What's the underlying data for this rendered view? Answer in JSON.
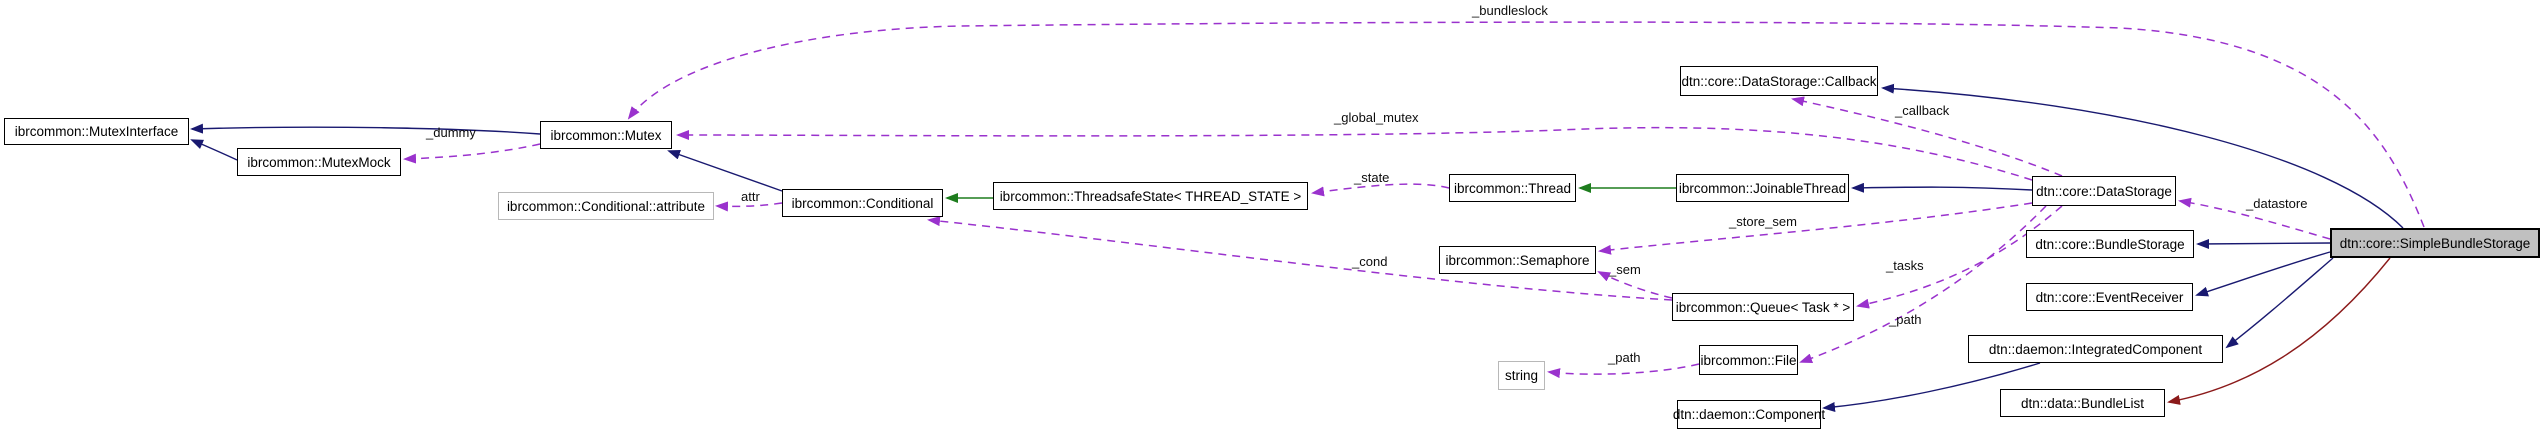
{
  "diagram": {
    "type": "doxygen-collaboration-graph",
    "colors": {
      "background": "#ffffff",
      "public_inheritance": "#191970",
      "protected_inheritance": "#1e7d1e",
      "private_inheritance": "#8b1a1a",
      "usage": "#9a32cd",
      "node_border": "#000000",
      "node_fill": "#ffffff",
      "grayed_border": "#b8b8b8",
      "main_fill": "#c0c0c0"
    },
    "nodes": [
      {
        "id": "mutex-interface",
        "label": "ibrcommon::MutexInterface",
        "style": "normal"
      },
      {
        "id": "mutex-mock",
        "label": "ibrcommon::MutexMock",
        "style": "normal"
      },
      {
        "id": "mutex",
        "label": "ibrcommon::Mutex",
        "style": "normal"
      },
      {
        "id": "conditional-attribute",
        "label": "ibrcommon::Conditional::attribute",
        "style": "grayed"
      },
      {
        "id": "conditional",
        "label": "ibrcommon::Conditional",
        "style": "normal"
      },
      {
        "id": "threadsafe-state",
        "label": "ibrcommon::ThreadsafeState< THREAD_STATE >",
        "style": "normal"
      },
      {
        "id": "thread",
        "label": "ibrcommon::Thread",
        "style": "normal"
      },
      {
        "id": "joinable-thread",
        "label": "ibrcommon::JoinableThread",
        "style": "normal"
      },
      {
        "id": "datastorage-callback",
        "label": "dtn::core::DataStorage::Callback",
        "style": "normal"
      },
      {
        "id": "datastorage",
        "label": "dtn::core::DataStorage",
        "style": "normal"
      },
      {
        "id": "simple-bundle-storage",
        "label": "dtn::core::SimpleBundleStorage",
        "style": "main"
      },
      {
        "id": "bundle-storage",
        "label": "dtn::core::BundleStorage",
        "style": "normal"
      },
      {
        "id": "event-receiver",
        "label": "dtn::core::EventReceiver",
        "style": "normal"
      },
      {
        "id": "integrated-component",
        "label": "dtn::daemon::IntegratedComponent",
        "style": "normal"
      },
      {
        "id": "bundle-list",
        "label": "dtn::data::BundleList",
        "style": "normal"
      },
      {
        "id": "semaphore",
        "label": "ibrcommon::Semaphore",
        "style": "normal"
      },
      {
        "id": "queue-task",
        "label": "ibrcommon::Queue< Task * >",
        "style": "normal"
      },
      {
        "id": "file",
        "label": "ibrcommon::File",
        "style": "normal"
      },
      {
        "id": "string",
        "label": "string",
        "style": "grayed"
      },
      {
        "id": "component",
        "label": "dtn::daemon::Component",
        "style": "normal"
      }
    ],
    "edges": [
      {
        "id": "e-mutex-mutexinterface",
        "from": "mutex",
        "to": "mutex-interface",
        "relation": "public-inheritance",
        "label": ""
      },
      {
        "id": "e-mutexmock-mutexinterface",
        "from": "mutex-mock",
        "to": "mutex-interface",
        "relation": "public-inheritance",
        "label": ""
      },
      {
        "id": "e-conditional-mutex",
        "from": "conditional",
        "to": "mutex",
        "relation": "public-inheritance",
        "label": ""
      },
      {
        "id": "e-threadsafestate-conditional",
        "from": "threadsafe-state",
        "to": "conditional",
        "relation": "protected-inheritance",
        "label": ""
      },
      {
        "id": "e-joinablethread-thread",
        "from": "joinable-thread",
        "to": "thread",
        "relation": "protected-inheritance",
        "label": ""
      },
      {
        "id": "e-datastorage-joinablethread",
        "from": "datastorage",
        "to": "joinable-thread",
        "relation": "public-inheritance",
        "label": ""
      },
      {
        "id": "e-sbs-callback",
        "from": "simple-bundle-storage",
        "to": "datastorage-callback",
        "relation": "public-inheritance",
        "label": ""
      },
      {
        "id": "e-sbs-bundlestorage",
        "from": "simple-bundle-storage",
        "to": "bundle-storage",
        "relation": "public-inheritance",
        "label": ""
      },
      {
        "id": "e-sbs-eventreceiver",
        "from": "simple-bundle-storage",
        "to": "event-receiver",
        "relation": "public-inheritance",
        "label": ""
      },
      {
        "id": "e-sbs-integratedcomponent",
        "from": "simple-bundle-storage",
        "to": "integrated-component",
        "relation": "public-inheritance",
        "label": ""
      },
      {
        "id": "e-sbs-bundlelist",
        "from": "simple-bundle-storage",
        "to": "bundle-list",
        "relation": "private-inheritance",
        "label": ""
      },
      {
        "id": "e-integratedcomponent-component",
        "from": "integrated-component",
        "to": "component",
        "relation": "public-inheritance",
        "label": ""
      },
      {
        "id": "u-dummy",
        "from": "mutex",
        "to": "mutex-mock",
        "relation": "usage",
        "label": "_dummy"
      },
      {
        "id": "u-bundleslock",
        "from": "simple-bundle-storage",
        "to": "mutex",
        "relation": "usage",
        "label": "_bundleslock"
      },
      {
        "id": "u-globalmutex",
        "from": "datastorage",
        "to": "mutex",
        "relation": "usage",
        "label": "_global_mutex"
      },
      {
        "id": "u-state",
        "from": "thread",
        "to": "threadsafe-state",
        "relation": "usage",
        "label": "_state"
      },
      {
        "id": "u-attr",
        "from": "conditional",
        "to": "conditional-attribute",
        "relation": "usage",
        "label": "attr"
      },
      {
        "id": "u-callback",
        "from": "datastorage",
        "to": "datastorage-callback",
        "relation": "usage",
        "label": "_callback"
      },
      {
        "id": "u-datastore",
        "from": "simple-bundle-storage",
        "to": "datastorage",
        "relation": "usage",
        "label": "_datastore"
      },
      {
        "id": "u-storesem",
        "from": "datastorage",
        "to": "semaphore",
        "relation": "usage",
        "label": "_store_sem"
      },
      {
        "id": "u-sem",
        "from": "queue-task",
        "to": "semaphore",
        "relation": "usage",
        "label": "_sem"
      },
      {
        "id": "u-cond",
        "from": "queue-task",
        "to": "conditional",
        "relation": "usage",
        "label": "_cond"
      },
      {
        "id": "u-tasks",
        "from": "datastorage",
        "to": "queue-task",
        "relation": "usage",
        "label": "_tasks"
      },
      {
        "id": "u-path-file",
        "from": "datastorage",
        "to": "file",
        "relation": "usage",
        "label": "_path"
      },
      {
        "id": "u-path-string",
        "from": "file",
        "to": "string",
        "relation": "usage",
        "label": "_path"
      }
    ]
  }
}
